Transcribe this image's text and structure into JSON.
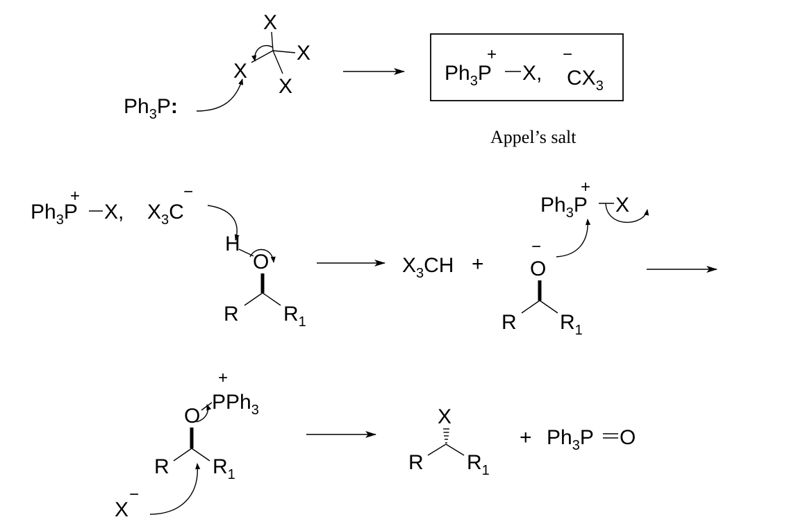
{
  "scheme": {
    "step1": {
      "x": "X",
      "ph3": "Ph",
      "three": "3",
      "p": "P",
      "colon": ":",
      "box_ph": "Ph",
      "box_three": "3",
      "box_p": "P",
      "box_x": "X,",
      "box_c": "CX",
      "box_c_three": "3",
      "plus": "+",
      "minus": "−",
      "caption": "Appel’s salt"
    },
    "step2": {
      "ph": "Ph",
      "three": "3",
      "p": "P",
      "x_comma": "X,",
      "x3": "X",
      "c": "C",
      "h": "H",
      "o": "O",
      "r": "R",
      "r1": "R",
      "one": "1",
      "x3ch_x": "X",
      "x3ch_ch": "CH",
      "plus": "+",
      "minus": "−",
      "x": "X"
    },
    "step3": {
      "pph": "PPh",
      "three": "3",
      "o": "O",
      "r": "R",
      "r1": "R",
      "one": "1",
      "x": "X",
      "minus": "−",
      "plus": "+",
      "ph": "Ph",
      "p_o": "P",
      "eq_o": "O"
    }
  },
  "colors": {
    "ink": "#000000",
    "background": "#ffffff"
  }
}
